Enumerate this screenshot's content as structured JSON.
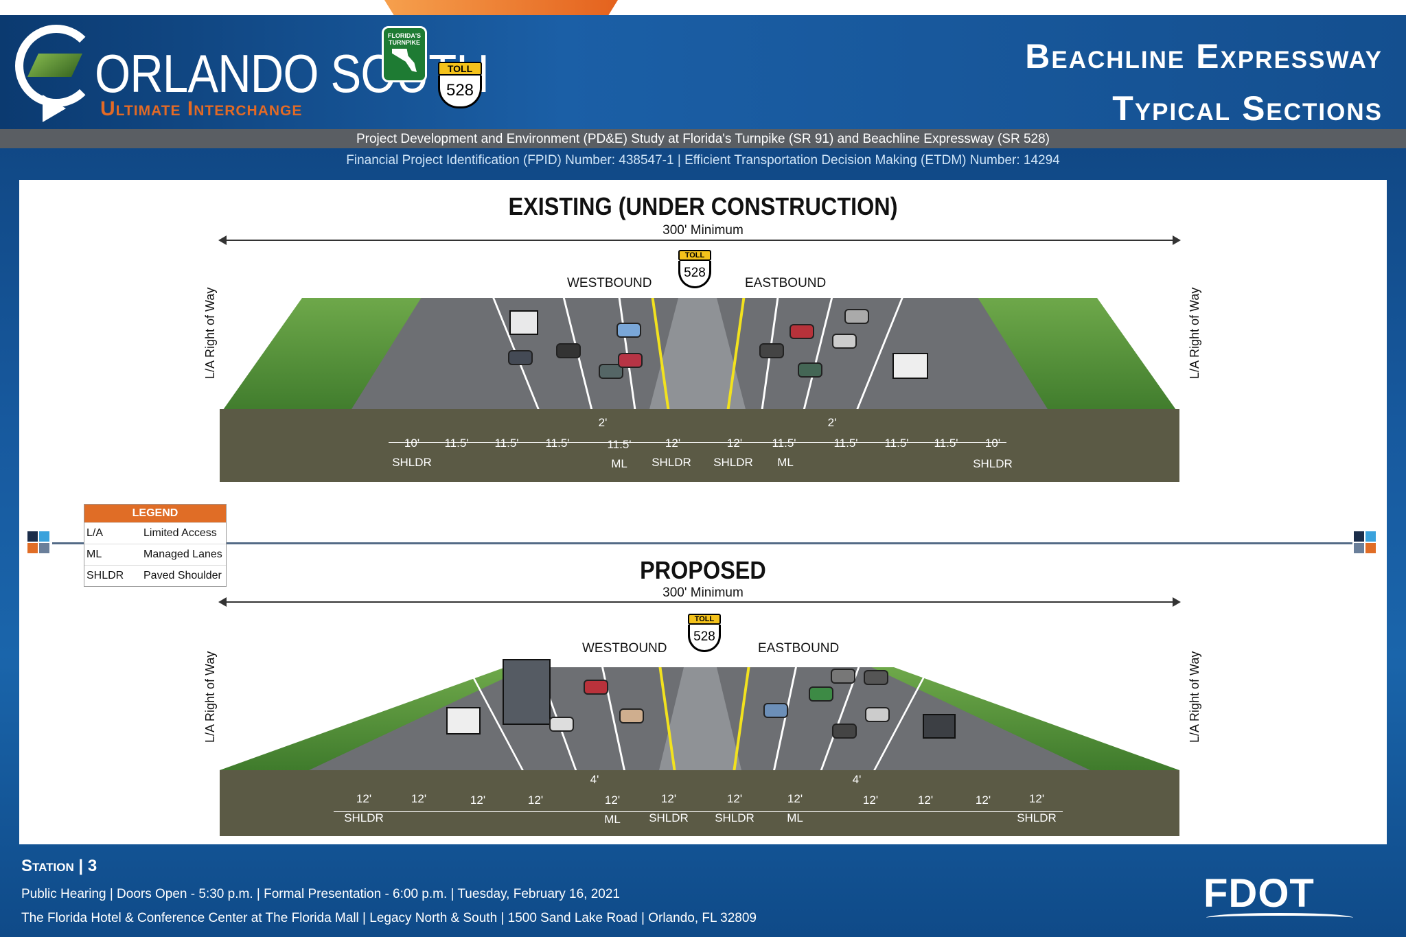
{
  "header": {
    "brand_title": "ORLANDO SOUTH",
    "brand_subtitle": "Ultimate Interchange",
    "turnpike_badge": "FLORIDA'S TURNPIKE",
    "toll_tag": "TOLL",
    "route_number": "528",
    "title_line1": "Beachline Expressway",
    "title_line2": "Typical Sections",
    "project_line": "Project Development and Environment (PD&E) Study at Florida's Turnpike (SR 91) and Beachline Expressway (SR 528)",
    "fpid_line": "Financial Project Identification (FPID) Number: 438547-1 | Efficient Transportation Decision Making (ETDM) Number: 14294"
  },
  "existing": {
    "title": "EXISTING (UNDER CONSTRUCTION)",
    "minimum": "300' Minimum",
    "westbound": "WESTBOUND",
    "eastbound": "EASTBOUND",
    "row_left": "L/A Right of Way",
    "row_right": "L/A Right of Way",
    "toll_tag": "TOLL",
    "route_number": "528",
    "dims": [
      "10'",
      "11.5'",
      "11.5'",
      "11.5'",
      "11.5'",
      "12'",
      "12'",
      "11.5'",
      "11.5'",
      "11.5'",
      "11.5'",
      "10'"
    ],
    "sublabels": [
      "SHLDR",
      "ML",
      "SHLDR",
      "SHLDR",
      "ML",
      "SHLDR"
    ],
    "buffer": [
      "2'",
      "2'"
    ]
  },
  "proposed": {
    "title": "PROPOSED",
    "minimum": "300' Minimum",
    "westbound": "WESTBOUND",
    "eastbound": "EASTBOUND",
    "row_left": "L/A Right of Way",
    "row_right": "L/A Right of Way",
    "toll_tag": "TOLL",
    "route_number": "528",
    "dims": [
      "12'",
      "12'",
      "12'",
      "12'",
      "12'",
      "12'",
      "12'",
      "12'",
      "12'",
      "12'",
      "12'",
      "12'"
    ],
    "sublabels": [
      "SHLDR",
      "ML",
      "SHLDR",
      "SHLDR",
      "ML",
      "SHLDR"
    ],
    "buffer": [
      "4'",
      "4'"
    ]
  },
  "legend": {
    "title": "LEGEND",
    "items": [
      {
        "abbr": "L/A",
        "desc": "Limited Access"
      },
      {
        "abbr": "ML",
        "desc": "Managed Lanes"
      },
      {
        "abbr": "SHLDR",
        "desc": "Paved Shoulder"
      }
    ]
  },
  "footer": {
    "station_label": "Station",
    "station_number": "3",
    "line1": "Public Hearing | Doors Open - 5:30 p.m. | Formal Presentation - 6:00 p.m. | Tuesday, February 16, 2021",
    "line2": "The Florida Hotel & Conference Center at The Florida Mall |  Legacy North & South | 1500 Sand Lake Road | Orlando, FL 32809",
    "logo": "FDOT"
  },
  "colors": {
    "accent_orange": "#e06d26",
    "header_blue": "#1b5fa6",
    "toll_yellow": "#f4c21b",
    "grass": "#5f9a3f",
    "pavement": "#6d6f73",
    "ground": "#5b5a45"
  }
}
